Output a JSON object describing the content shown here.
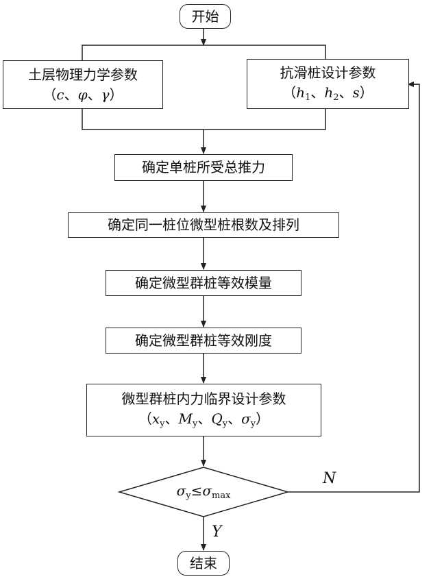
{
  "nodes": {
    "start": "开始",
    "soil": {
      "line1": "土层物理力学参数",
      "open": "（",
      "c": "c",
      "sep": "、",
      "phi": "φ",
      "gamma": "γ",
      "close": "）"
    },
    "pile": {
      "line1": "抗滑桩设计参数",
      "open": "（",
      "h": "h",
      "s1": "1",
      "s2": "2",
      "sep": "、",
      "s": "s",
      "close": "）"
    },
    "thrust": "确定单桩所受总推力",
    "arrangement": "确定同一桩位微型桩根数及排列",
    "modulus": "确定微型群桩等效模量",
    "stiffness": "确定微型群桩等效刚度",
    "critical": {
      "line1": "微型群桩内力临界设计参数",
      "open": "（",
      "x": "x",
      "M": "M",
      "Q": "Q",
      "sigma": "σ",
      "y": "y",
      "sep": "、",
      "close": "）"
    },
    "decision": {
      "sigma": "σ",
      "y": "y",
      "leq": "≤",
      "max": "max"
    },
    "end": "结束"
  },
  "edge_labels": {
    "no": "N",
    "yes": "Y"
  }
}
